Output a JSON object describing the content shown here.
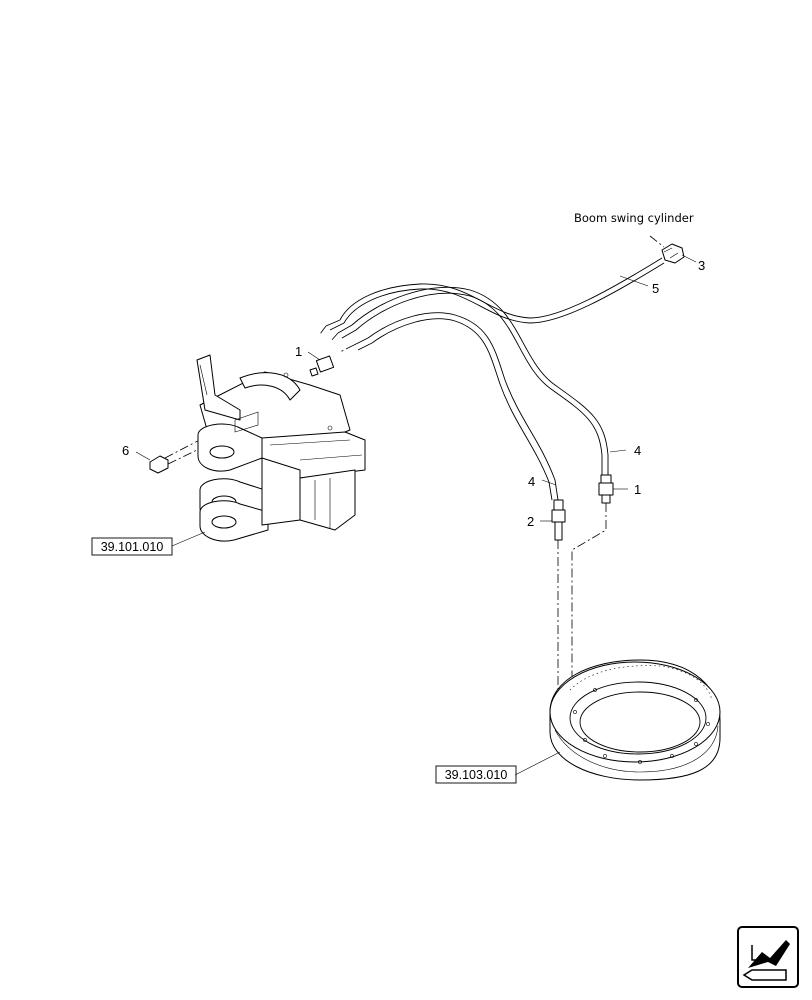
{
  "diagram": {
    "title": "Boom swing cylinder",
    "callouts": [
      "1",
      "1",
      "2",
      "3",
      "4",
      "4",
      "5",
      "6"
    ],
    "references": [
      "39.101.010",
      "39.103.010"
    ],
    "nav_icon": "next-page-arrow-icon"
  }
}
